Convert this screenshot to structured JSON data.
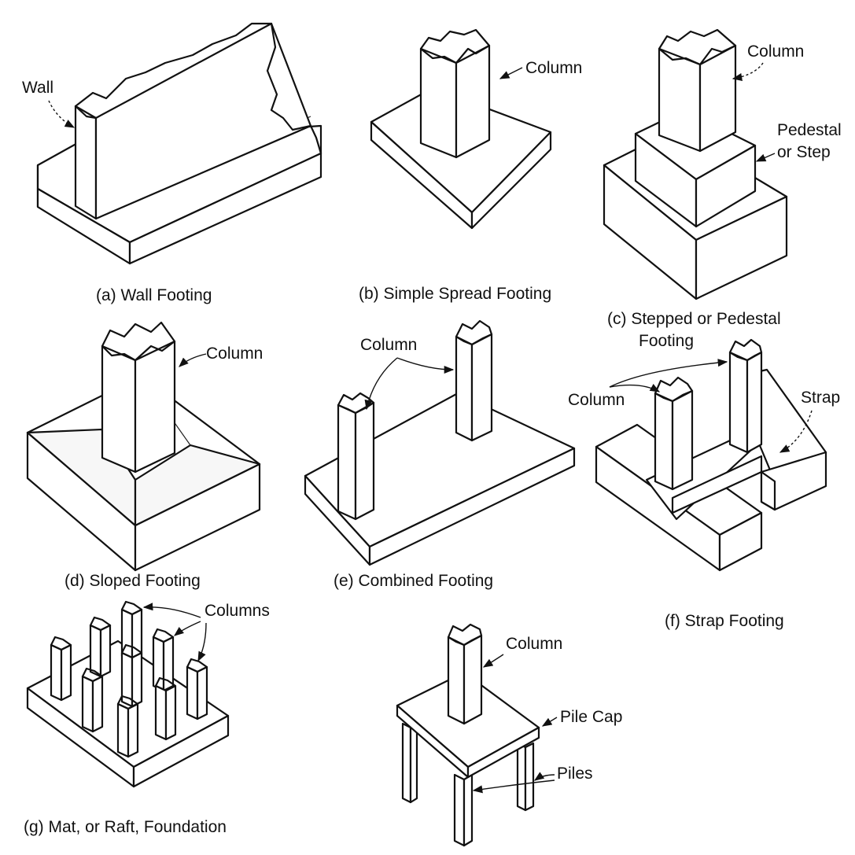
{
  "figure": {
    "panels": {
      "a": {
        "caption": "(a) Wall Footing",
        "labels": {
          "wall": "Wall"
        }
      },
      "b": {
        "caption": "(b) Simple Spread Footing",
        "labels": {
          "column": "Column"
        }
      },
      "c": {
        "caption_line1": "(c) Stepped or Pedestal",
        "caption_line2": "Footing",
        "labels": {
          "column": "Column",
          "pedestal_line1": "Pedestal",
          "pedestal_line2": "or Step"
        }
      },
      "d": {
        "caption": "(d) Sloped Footing",
        "labels": {
          "column": "Column"
        }
      },
      "e": {
        "caption": "(e) Combined Footing",
        "labels": {
          "column": "Column"
        }
      },
      "f": {
        "caption": "(f) Strap Footing",
        "labels": {
          "column": "Column",
          "strap": "Strap"
        }
      },
      "g": {
        "caption": "(g) Mat, or Raft, Foundation",
        "labels": {
          "columns": "Columns"
        }
      },
      "h": {
        "labels": {
          "column": "Column",
          "pile_cap": "Pile Cap",
          "piles": "Piles"
        }
      }
    }
  }
}
